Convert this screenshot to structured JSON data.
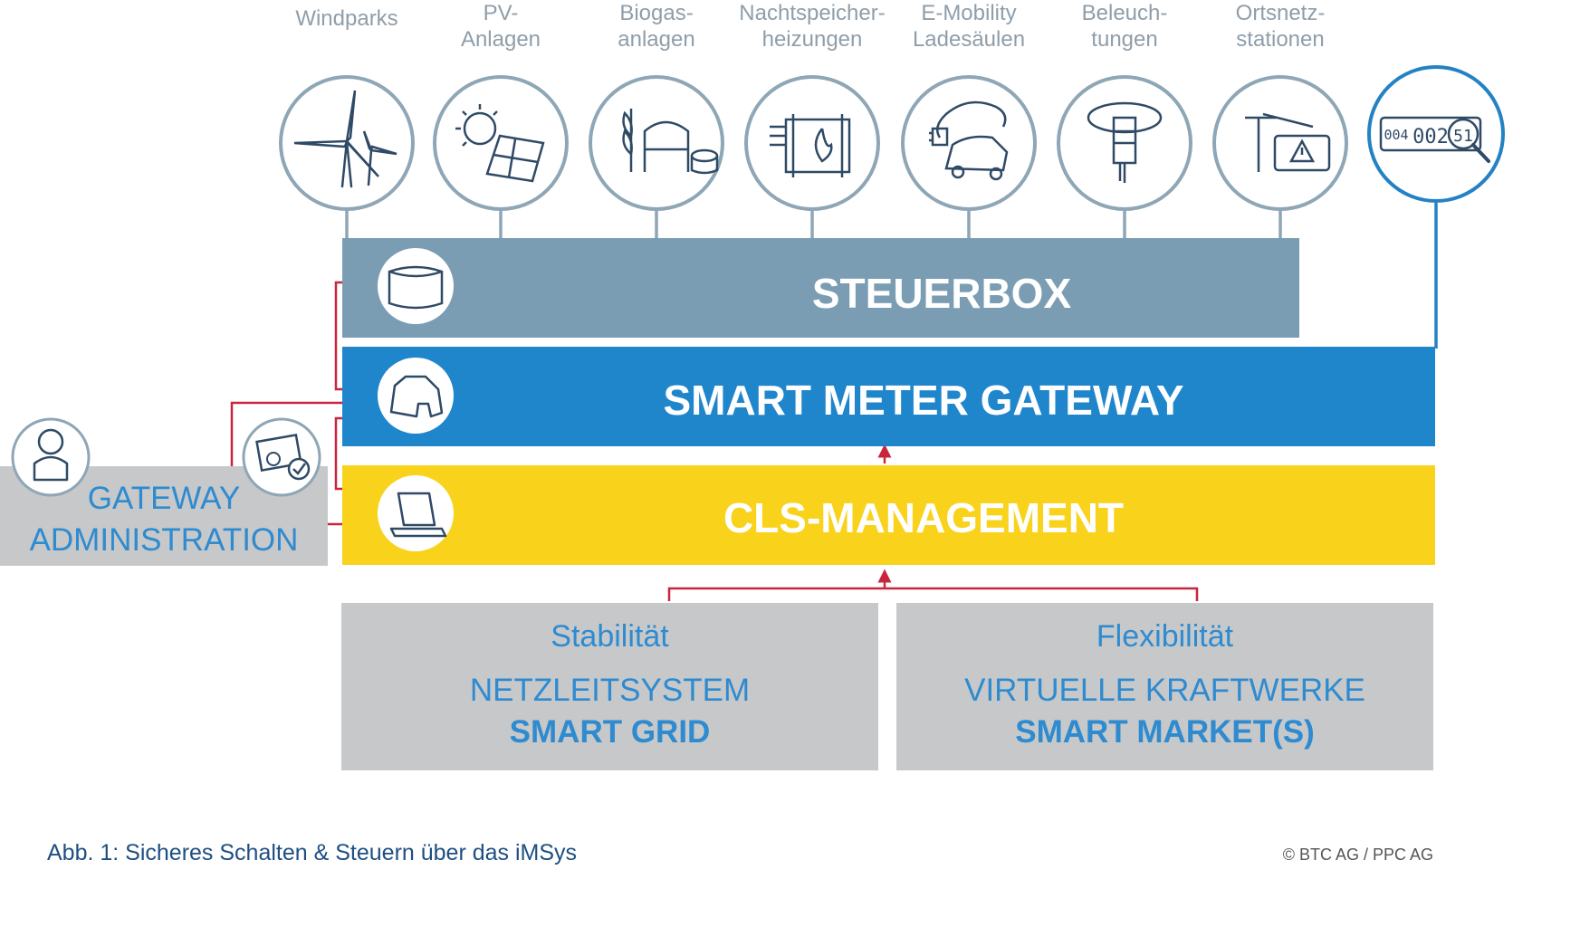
{
  "categories": [
    {
      "line1": "Windparks",
      "line2": "",
      "icon": "wind-turbine-icon"
    },
    {
      "line1": "PV-",
      "line2": "Anlagen",
      "icon": "solar-panel-icon"
    },
    {
      "line1": "Biogas-",
      "line2": "anlagen",
      "icon": "biogas-plant-icon"
    },
    {
      "line1": "Nachtspeicher-",
      "line2": "heizungen",
      "icon": "night-storage-heater-icon"
    },
    {
      "line1": "E-Mobility",
      "line2": "Ladesäulen",
      "icon": "ev-charger-icon"
    },
    {
      "line1": "Beleuch-",
      "line2": "tungen",
      "icon": "street-light-icon"
    },
    {
      "line1": "Ortsnetz-",
      "line2": "stationen",
      "icon": "substation-icon"
    }
  ],
  "meter": {
    "icon": "smart-meter-display-icon",
    "reading_left": "004",
    "reading_mid": "002",
    "reading_right": "51"
  },
  "layers": {
    "steuerbox": {
      "label": "STEUERBOX",
      "icon": "box-icon"
    },
    "gateway": {
      "label": "SMART METER GATEWAY",
      "icon": "gateway-device-icon"
    },
    "cls": {
      "label": "CLS-MANAGEMENT",
      "icon": "laptop-icon"
    }
  },
  "admin": {
    "line1": "GATEWAY",
    "line2": "ADMINISTRATION",
    "person_icon": "person-icon",
    "cert_icon": "certificate-icon"
  },
  "boxes": {
    "left": {
      "heading": "Stabilität",
      "line1": "NETZLEITSYSTEM",
      "line2": "SMART GRID"
    },
    "right": {
      "heading": "Flexibilität",
      "line1": "VIRTUELLE KRAFTWERKE",
      "line2": "SMART MARKET(S)"
    }
  },
  "caption": "Abb. 1: Sicheres Schalten & Steuern über das iMSys",
  "copyright": "© BTC AG / PPC AG",
  "colors": {
    "steuerbox": "#7a9db3",
    "gateway": "#1f86cc",
    "cls": "#f9d21b",
    "grey_box": "#c7c8ca",
    "connector": "#c8263e",
    "icon_ring": "#8ea6b6",
    "meter_ring": "#2482c4",
    "text_blue": "#2e8bd0",
    "caption_blue": "#1e4f82"
  }
}
